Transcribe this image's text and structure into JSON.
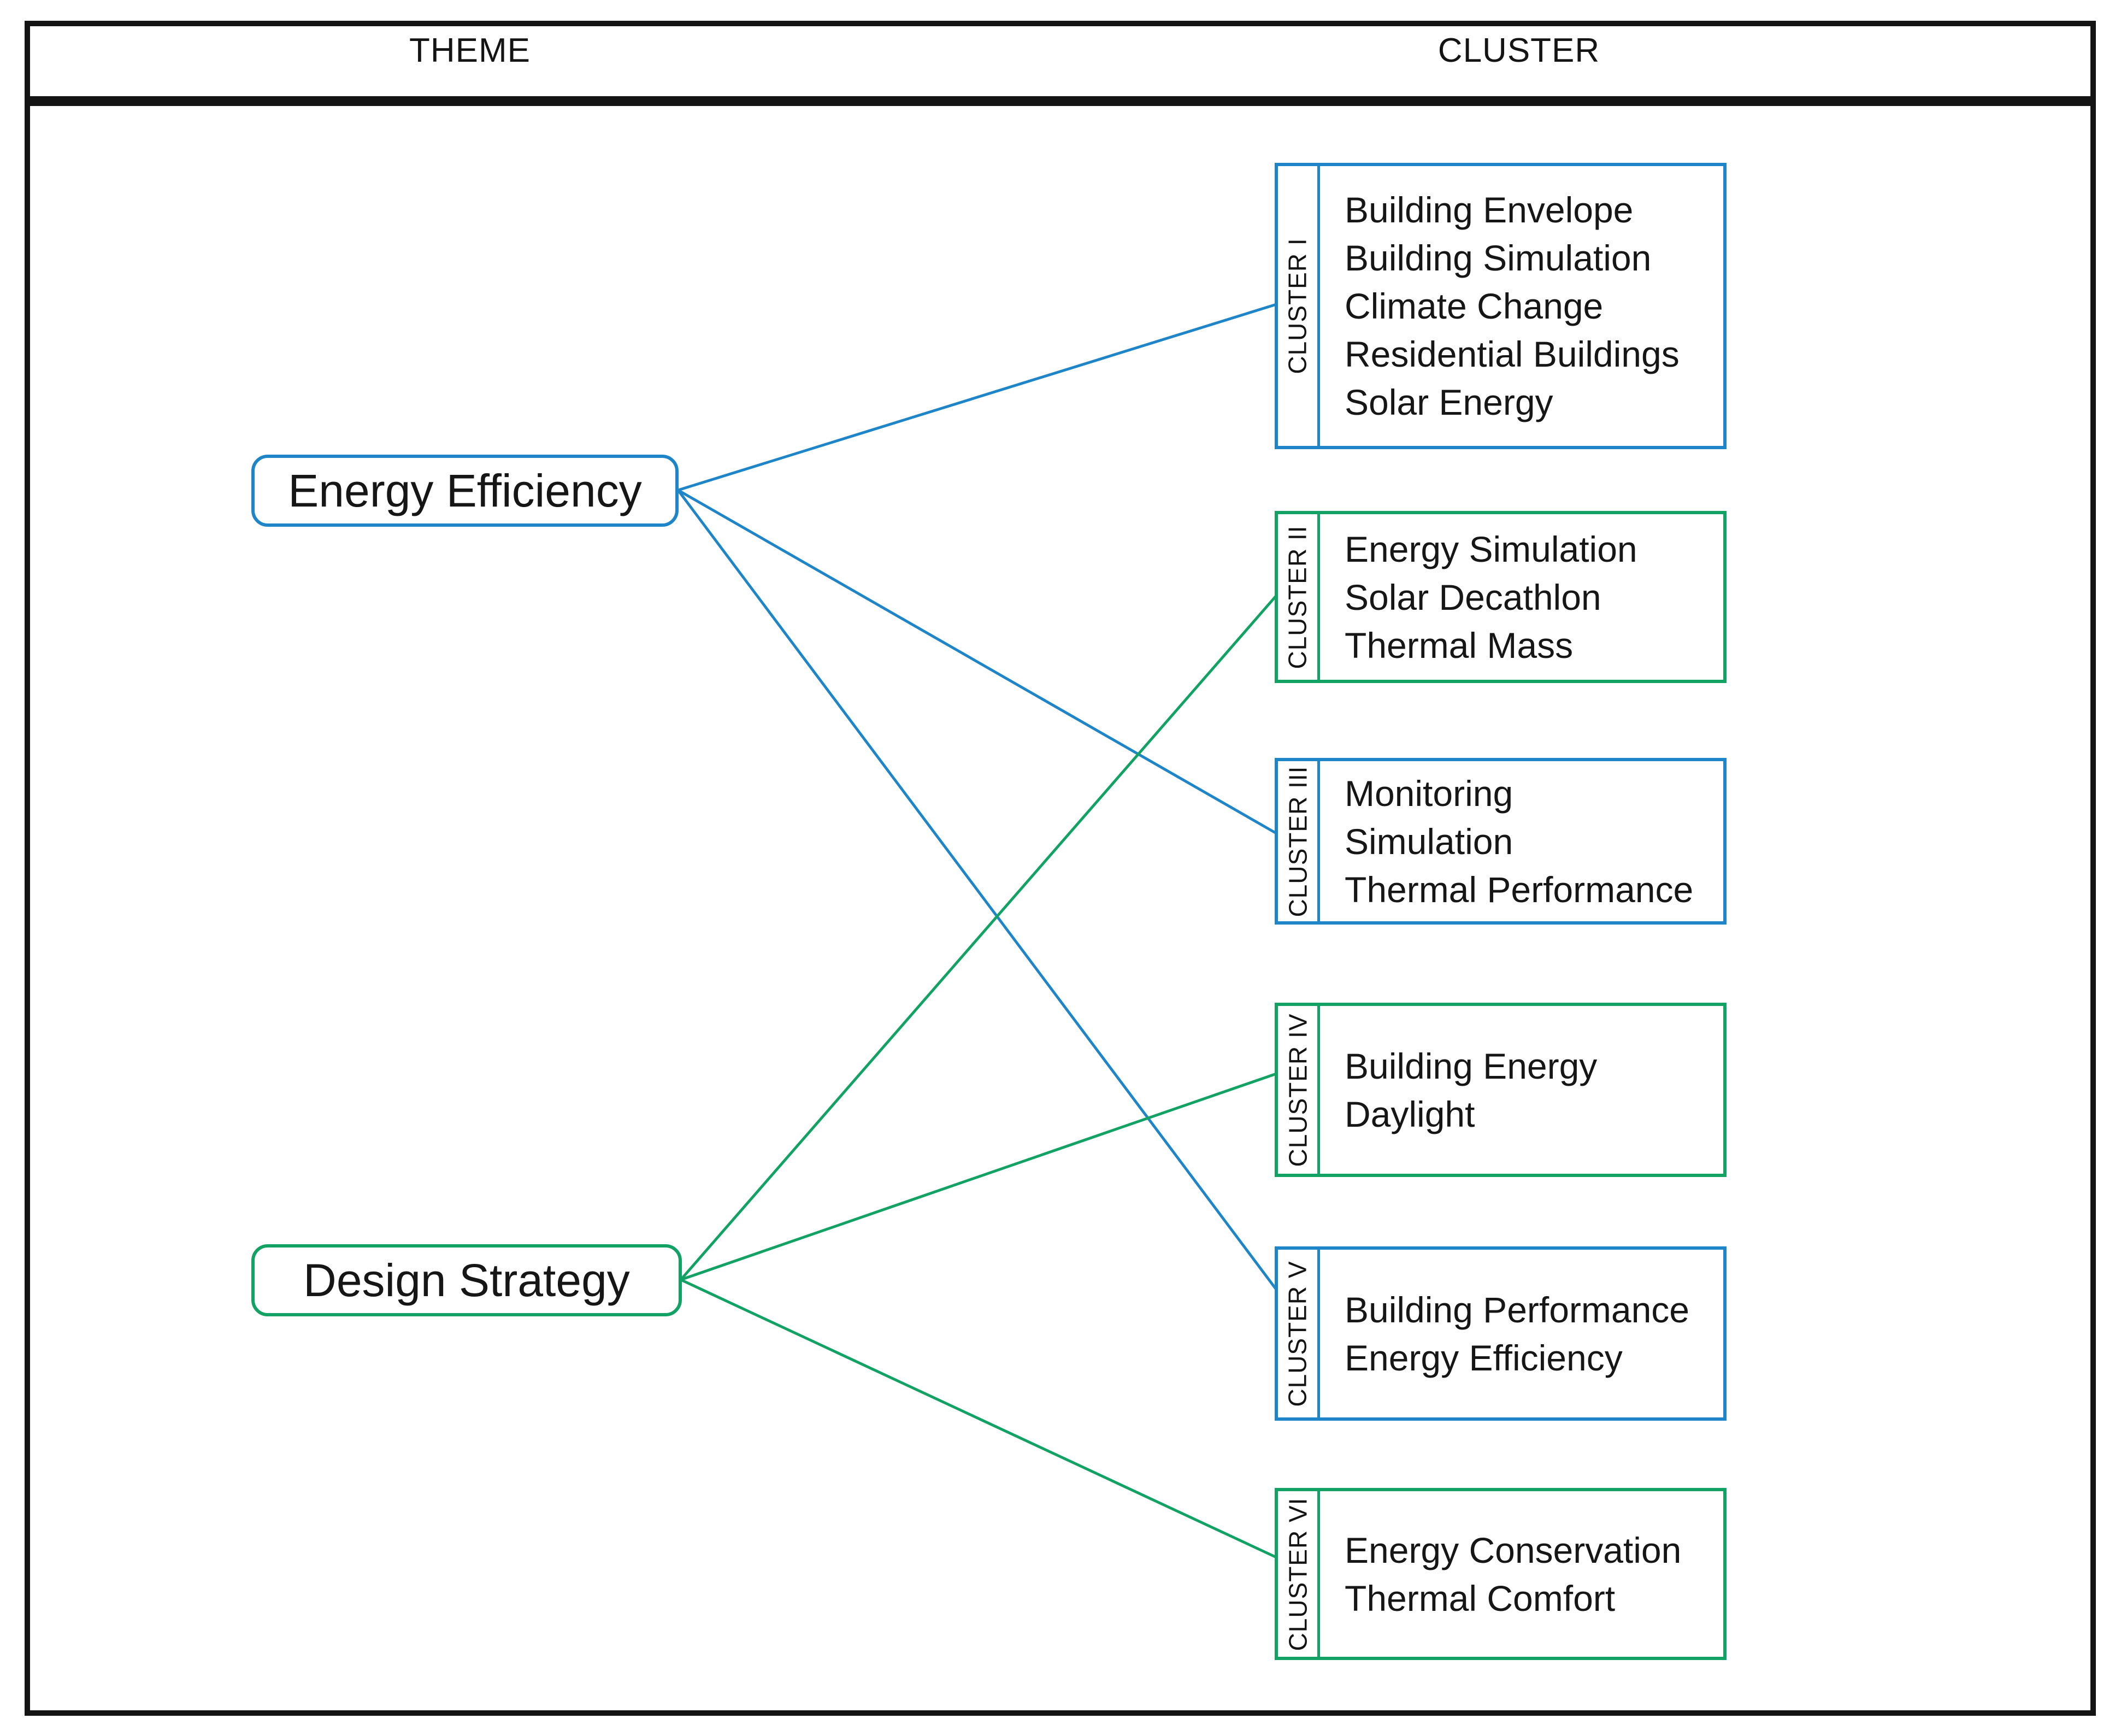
{
  "header": {
    "theme_label": "THEME",
    "cluster_label": "CLUSTER"
  },
  "themes": [
    {
      "label": "Energy Efficiency",
      "color": "#1E86C8"
    },
    {
      "label": "Design Strategy",
      "color": "#12A364"
    }
  ],
  "clusters": [
    {
      "label": "CLUSTER I",
      "color": "#1E86C8",
      "terms": [
        "Building Envelope",
        "Building Simulation",
        "Climate Change",
        "Residential Buildings",
        "Solar Energy"
      ]
    },
    {
      "label": "CLUSTER II",
      "color": "#12A364",
      "terms": [
        "Energy Simulation",
        "Solar Decathlon",
        "Thermal Mass"
      ]
    },
    {
      "label": "CLUSTER III",
      "color": "#1E86C8",
      "terms": [
        "Monitoring",
        "Simulation",
        "Thermal Performance"
      ]
    },
    {
      "label": "CLUSTER IV",
      "color": "#12A364",
      "terms": [
        "Building Energy",
        "Daylight"
      ]
    },
    {
      "label": "CLUSTER V",
      "color": "#1E86C8",
      "terms": [
        "Building Performance",
        "Energy Efficiency"
      ]
    },
    {
      "label": "CLUSTER VI",
      "color": "#12A364",
      "terms": [
        "Energy Conservation",
        "Thermal Comfort"
      ]
    }
  ],
  "connections": [
    {
      "from": "Energy Efficiency",
      "to": "CLUSTER I",
      "color": "#1E86C8"
    },
    {
      "from": "Energy Efficiency",
      "to": "CLUSTER III",
      "color": "#1E86C8"
    },
    {
      "from": "Energy Efficiency",
      "to": "CLUSTER V",
      "color": "#1E86C8"
    },
    {
      "from": "Design Strategy",
      "to": "CLUSTER II",
      "color": "#12A364"
    },
    {
      "from": "Design Strategy",
      "to": "CLUSTER IV",
      "color": "#12A364"
    },
    {
      "from": "Design Strategy",
      "to": "CLUSTER VI",
      "color": "#12A364"
    }
  ],
  "colors": {
    "blue": "#1E86C8",
    "green": "#12A364",
    "frame": "#141414",
    "text": "#161616"
  }
}
